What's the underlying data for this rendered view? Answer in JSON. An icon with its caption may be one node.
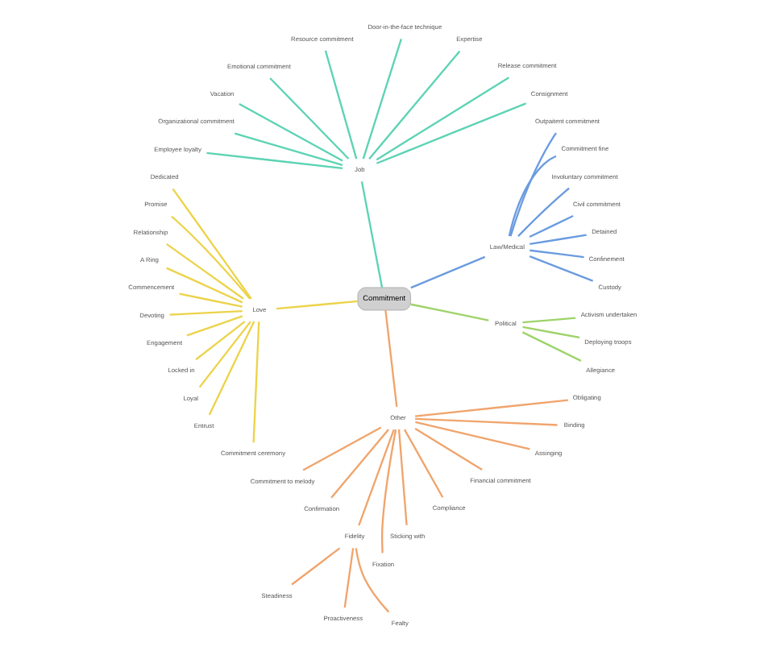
{
  "diagram": {
    "nodes": [
      {
        "text": [
          "Commitment"
        ]
      },
      {
        "text": [
          "Law/Medical"
        ]
      },
      {
        "text": [
          "Custody"
        ]
      },
      {
        "text": [
          "Confinement"
        ]
      },
      {
        "text": [
          "Detained"
        ]
      },
      {
        "text": [
          "Civil commitment"
        ]
      },
      {
        "text": [
          "Involuntary commitment"
        ]
      },
      {
        "text": [
          "Commitment fine"
        ]
      },
      {
        "text": [
          "Outpaitent commitment"
        ]
      },
      {
        "text": [
          "Job"
        ]
      },
      {
        "text": [
          "Consignment"
        ]
      },
      {
        "text": [
          "Release commitment"
        ]
      },
      {
        "text": [
          "Expertise"
        ]
      },
      {
        "text": [
          "Door-in-the-face technique"
        ]
      },
      {
        "text": [
          "Resource commitment"
        ]
      },
      {
        "text": [
          "Emotional commitment"
        ]
      },
      {
        "text": [
          "Vacation"
        ]
      },
      {
        "text": [
          "Organizational commitment"
        ]
      },
      {
        "text": [
          "Employee loyalty"
        ]
      },
      {
        "text": [
          "Love"
        ]
      },
      {
        "text": [
          "Dedicated"
        ]
      },
      {
        "text": [
          "Promise"
        ]
      },
      {
        "text": [
          "Relationship"
        ]
      },
      {
        "text": [
          "A Ring"
        ]
      },
      {
        "text": [
          "Commencement"
        ]
      },
      {
        "text": [
          "Devoting"
        ]
      },
      {
        "text": [
          "Engagement"
        ]
      },
      {
        "text": [
          "Locked in"
        ]
      },
      {
        "text": [
          "Loyal"
        ]
      },
      {
        "text": [
          "Entrust"
        ]
      },
      {
        "text": [
          "Commitment ceremony"
        ]
      },
      {
        "text": [
          "Other"
        ]
      },
      {
        "text": [
          "Commitment to melody"
        ]
      },
      {
        "text": [
          "Confirmation"
        ]
      },
      {
        "text": [
          "Fidelity"
        ]
      },
      {
        "text": [
          "Steadiness"
        ]
      },
      {
        "text": [
          "Proactiveness"
        ]
      },
      {
        "text": [
          "Fealty"
        ]
      },
      {
        "text": [
          "Fixation"
        ]
      },
      {
        "text": [
          "Sticking with"
        ]
      },
      {
        "text": [
          "Compliance"
        ]
      },
      {
        "text": [
          "Financial commitment"
        ]
      },
      {
        "text": [
          "Assinging"
        ]
      },
      {
        "text": [
          "Binding"
        ]
      },
      {
        "text": [
          "Obligating"
        ]
      },
      {
        "text": [
          "Political"
        ]
      },
      {
        "text": [
          "Allegiance"
        ]
      },
      {
        "text": [
          "Deploying troops"
        ]
      },
      {
        "text": [
          "Activism undertaken"
        ]
      }
    ],
    "edges": [
      {
        "from": 0,
        "to": 1,
        "arrow": "none",
        "color": "#6a9be0"
      },
      {
        "from": 1,
        "to": 2,
        "arrow": "none",
        "color": "#6a9be0"
      },
      {
        "from": 1,
        "to": 3,
        "arrow": "none",
        "color": "#6a9be0"
      },
      {
        "from": 1,
        "to": 4,
        "arrow": "none",
        "color": "#6a9be0"
      },
      {
        "from": 1,
        "to": 5,
        "arrow": "none",
        "color": "#6a9be0"
      },
      {
        "from": 1,
        "to": 6,
        "arrow": "none",
        "color": "#6a9be0"
      },
      {
        "from": 1,
        "to": 7,
        "arrow": "none",
        "color": "#6a9be0"
      },
      {
        "from": 1,
        "to": 8,
        "arrow": "none",
        "color": "#6a9be0"
      },
      {
        "from": 0,
        "to": 9,
        "arrow": "none",
        "color": "#5cd3b4"
      },
      {
        "from": 9,
        "to": 10,
        "arrow": "none",
        "color": "#5cd3b4"
      },
      {
        "from": 9,
        "to": 11,
        "arrow": "none",
        "color": "#5cd3b4"
      },
      {
        "from": 9,
        "to": 12,
        "arrow": "none",
        "color": "#5cd3b4"
      },
      {
        "from": 9,
        "to": 13,
        "arrow": "none",
        "color": "#5cd3b4"
      },
      {
        "from": 9,
        "to": 14,
        "arrow": "none",
        "color": "#5cd3b4"
      },
      {
        "from": 9,
        "to": 15,
        "arrow": "none",
        "color": "#5cd3b4"
      },
      {
        "from": 9,
        "to": 16,
        "arrow": "none",
        "color": "#5cd3b4"
      },
      {
        "from": 9,
        "to": 17,
        "arrow": "none",
        "color": "#5cd3b4"
      },
      {
        "from": 9,
        "to": 18,
        "arrow": "none",
        "color": "#5cd3b4"
      },
      {
        "from": 0,
        "to": 19,
        "arrow": "none",
        "color": "#ecd34a"
      },
      {
        "from": 19,
        "to": 20,
        "arrow": "none",
        "color": "#ecd34a"
      },
      {
        "from": 19,
        "to": 21,
        "arrow": "none",
        "color": "#ecd34a"
      },
      {
        "from": 19,
        "to": 22,
        "arrow": "none",
        "color": "#ecd34a"
      },
      {
        "from": 19,
        "to": 23,
        "arrow": "none",
        "color": "#ecd34a"
      },
      {
        "from": 19,
        "to": 24,
        "arrow": "none",
        "color": "#ecd34a"
      },
      {
        "from": 19,
        "to": 25,
        "arrow": "none",
        "color": "#ecd34a"
      },
      {
        "from": 19,
        "to": 26,
        "arrow": "none",
        "color": "#ecd34a"
      },
      {
        "from": 19,
        "to": 27,
        "arrow": "none",
        "color": "#ecd34a"
      },
      {
        "from": 19,
        "to": 28,
        "arrow": "none",
        "color": "#ecd34a"
      },
      {
        "from": 19,
        "to": 29,
        "arrow": "none",
        "color": "#ecd34a"
      },
      {
        "from": 19,
        "to": 30,
        "arrow": "none",
        "color": "#ecd34a"
      },
      {
        "from": 0,
        "to": 31,
        "arrow": "none",
        "color": "#f0a46c"
      },
      {
        "from": 31,
        "to": 32,
        "arrow": "none",
        "color": "#f0a46c"
      },
      {
        "from": 31,
        "to": 33,
        "arrow": "none",
        "color": "#f0a46c"
      },
      {
        "from": 31,
        "to": 34,
        "arrow": "none",
        "color": "#f0a46c"
      },
      {
        "from": 34,
        "to": 35,
        "arrow": "none",
        "color": "#f0a46c"
      },
      {
        "from": 34,
        "to": 36,
        "arrow": "none",
        "color": "#f0a46c"
      },
      {
        "from": 34,
        "to": 37,
        "arrow": "none",
        "color": "#f0a46c"
      },
      {
        "from": 31,
        "to": 38,
        "arrow": "none",
        "color": "#f0a46c"
      },
      {
        "from": 31,
        "to": 39,
        "arrow": "none",
        "color": "#f0a46c"
      },
      {
        "from": 31,
        "to": 40,
        "arrow": "none",
        "color": "#f0a46c"
      },
      {
        "from": 31,
        "to": 41,
        "arrow": "none",
        "color": "#f0a46c"
      },
      {
        "from": 31,
        "to": 42,
        "arrow": "none",
        "color": "#f0a46c"
      },
      {
        "from": 31,
        "to": 43,
        "arrow": "none",
        "color": "#f0a46c"
      },
      {
        "from": 31,
        "to": 44,
        "arrow": "none",
        "color": "#f0a46c"
      },
      {
        "from": 0,
        "to": 45,
        "arrow": "none",
        "color": "#9ed36a"
      },
      {
        "from": 45,
        "to": 46,
        "arrow": "none",
        "color": "#9ed36a"
      },
      {
        "from": 45,
        "to": 47,
        "arrow": "none",
        "color": "#9ed36a"
      },
      {
        "from": 45,
        "to": 48,
        "arrow": "none",
        "color": "#9ed36a"
      }
    ]
  }
}
